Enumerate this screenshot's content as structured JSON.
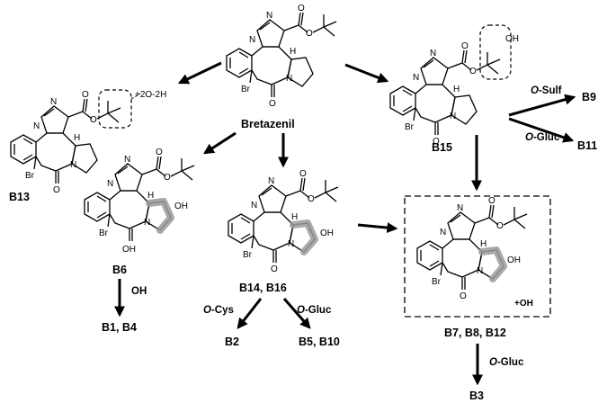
{
  "atoms": {
    "N": "N",
    "O": "O",
    "H": "H",
    "Br": "Br",
    "OH": "OH"
  },
  "compounds": {
    "bretazenil": "Bretazenil",
    "b13": "B13",
    "b13_note": "+2O-2H",
    "b6": "B6",
    "b14_b16": "B14, B16",
    "b15": "B15",
    "b7_b8_b12": "B7, B8, B12",
    "b7_note": "+OH",
    "b1_b4": "B1, B4",
    "b2": "B2",
    "b5_b10": "B5, B10",
    "b9": "B9",
    "b11": "B11",
    "b3": "B3"
  },
  "reactions": {
    "oh": "OH",
    "o_cys_prefix": "O",
    "o_cys_suffix": "-Cys",
    "o_gluc_prefix": "O",
    "o_gluc_suffix": "-Gluc",
    "o_sulf_prefix": "O",
    "o_sulf_suffix": "-Sulf"
  }
}
